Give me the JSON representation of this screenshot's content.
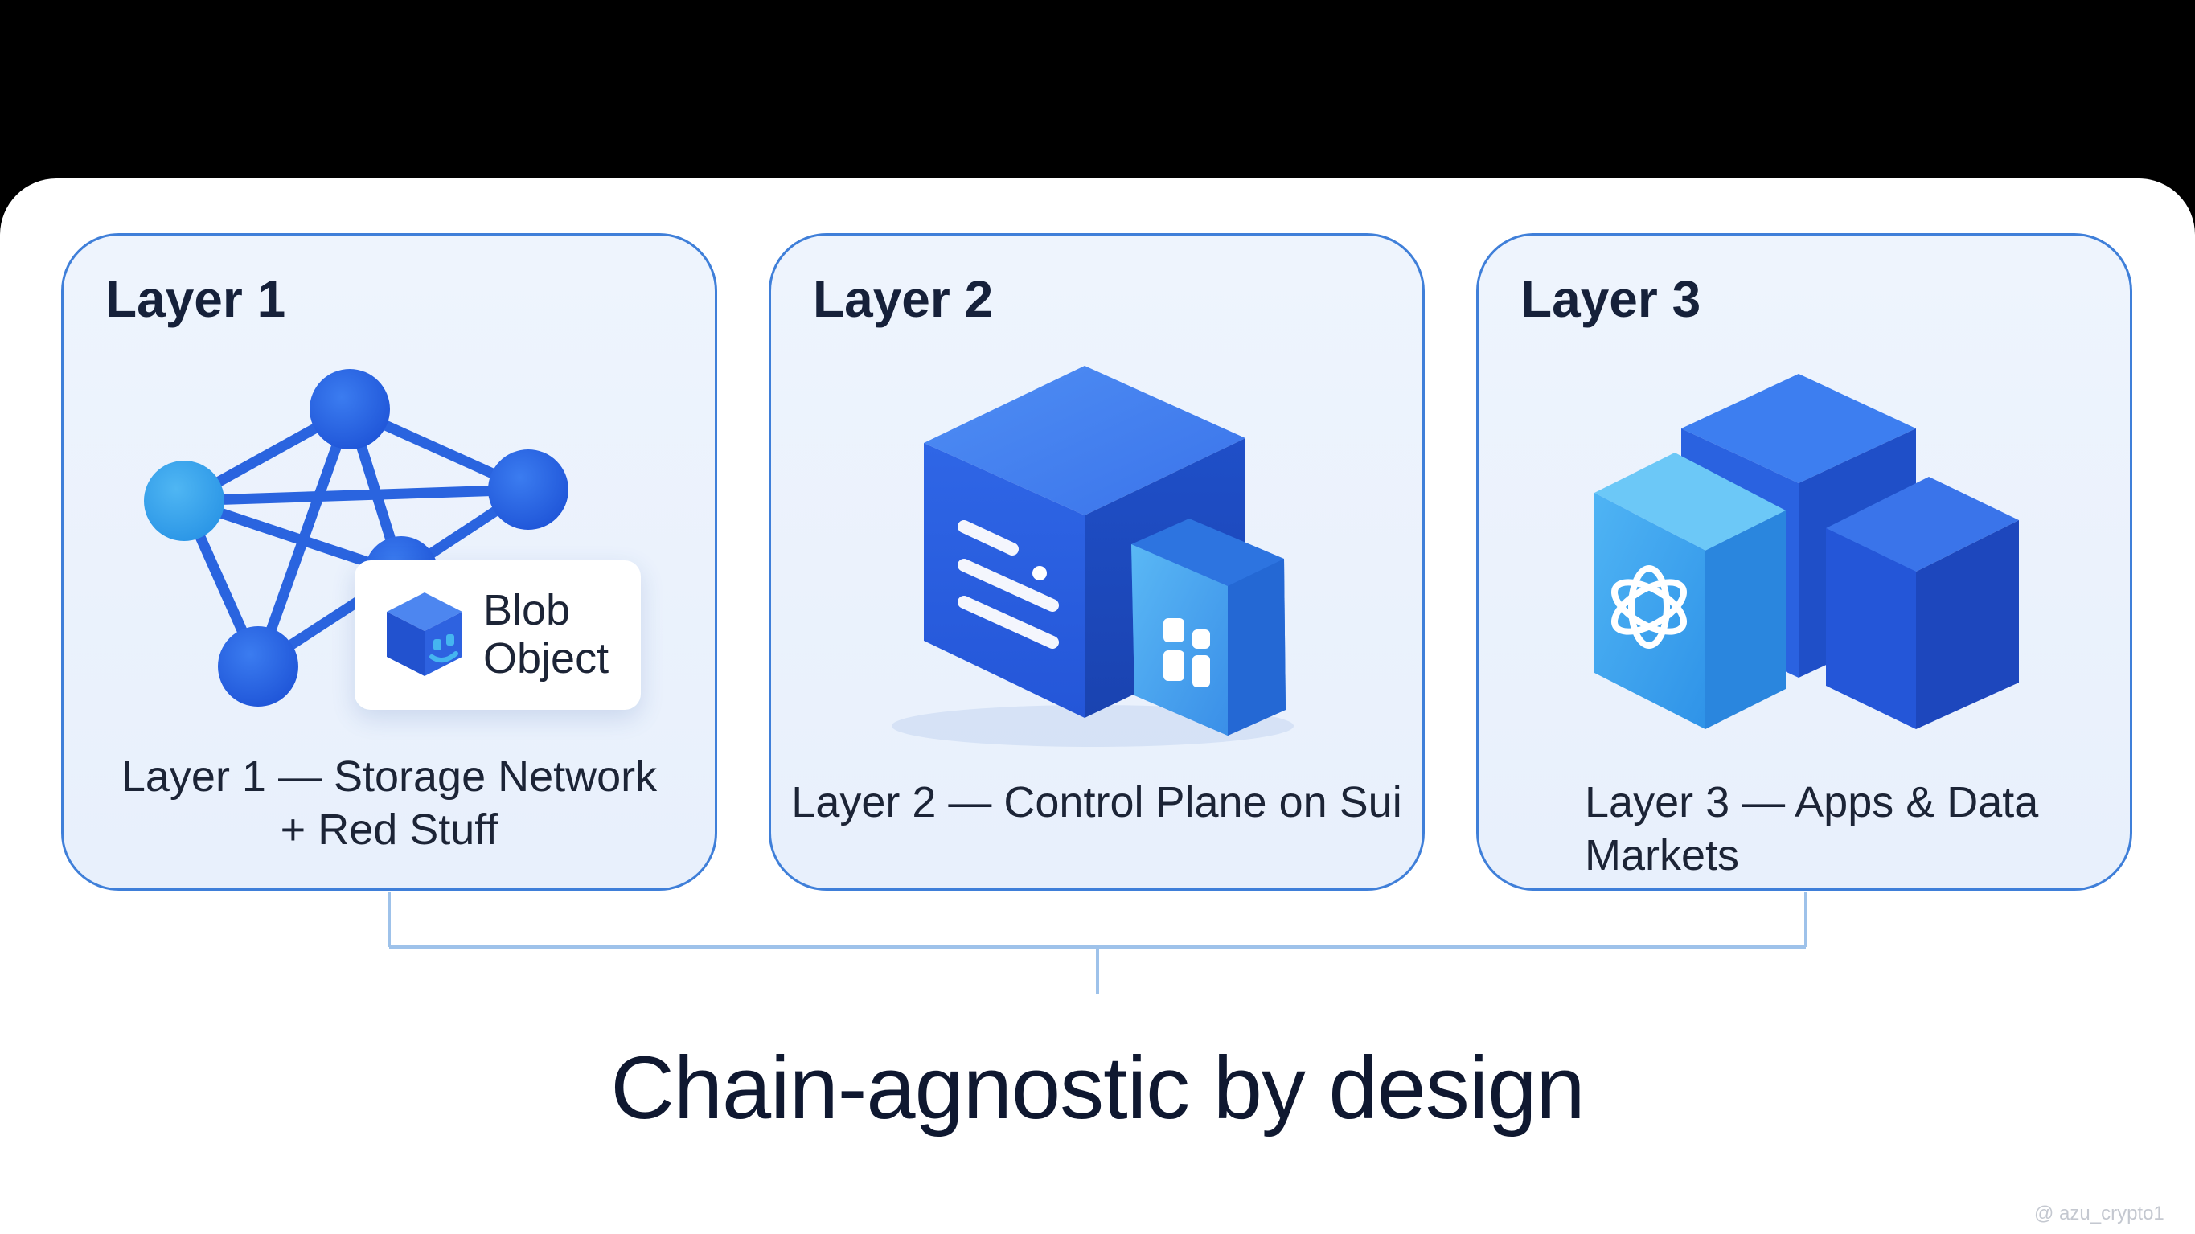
{
  "cards": [
    {
      "title": "Layer 1",
      "label_line1": "Layer 1 — Storage Network",
      "label_line2": "+ Red Stuff",
      "badge_line1": "Blob",
      "badge_line2": "Object"
    },
    {
      "title": "Layer 2",
      "label": "Layer 2 — Control Plane on Sui"
    },
    {
      "title": "Layer 3",
      "label_line1": "Layer 3 — Apps & Data",
      "label_line2": "Markets"
    }
  ],
  "footer_title": "Chain-agnostic by design",
  "watermark": "@ azu_crypto1",
  "colors": {
    "accent": "#3f7fd9",
    "cube_blue": "#2f63e0",
    "light_blue": "#40a8ee",
    "card_bg": "#eaf1fc"
  },
  "icons": [
    "network-graph-icon",
    "blob-cube-icon",
    "document-cube-icon",
    "app-grid-icon",
    "stacked-cubes-icon",
    "openai-logo-icon"
  ]
}
